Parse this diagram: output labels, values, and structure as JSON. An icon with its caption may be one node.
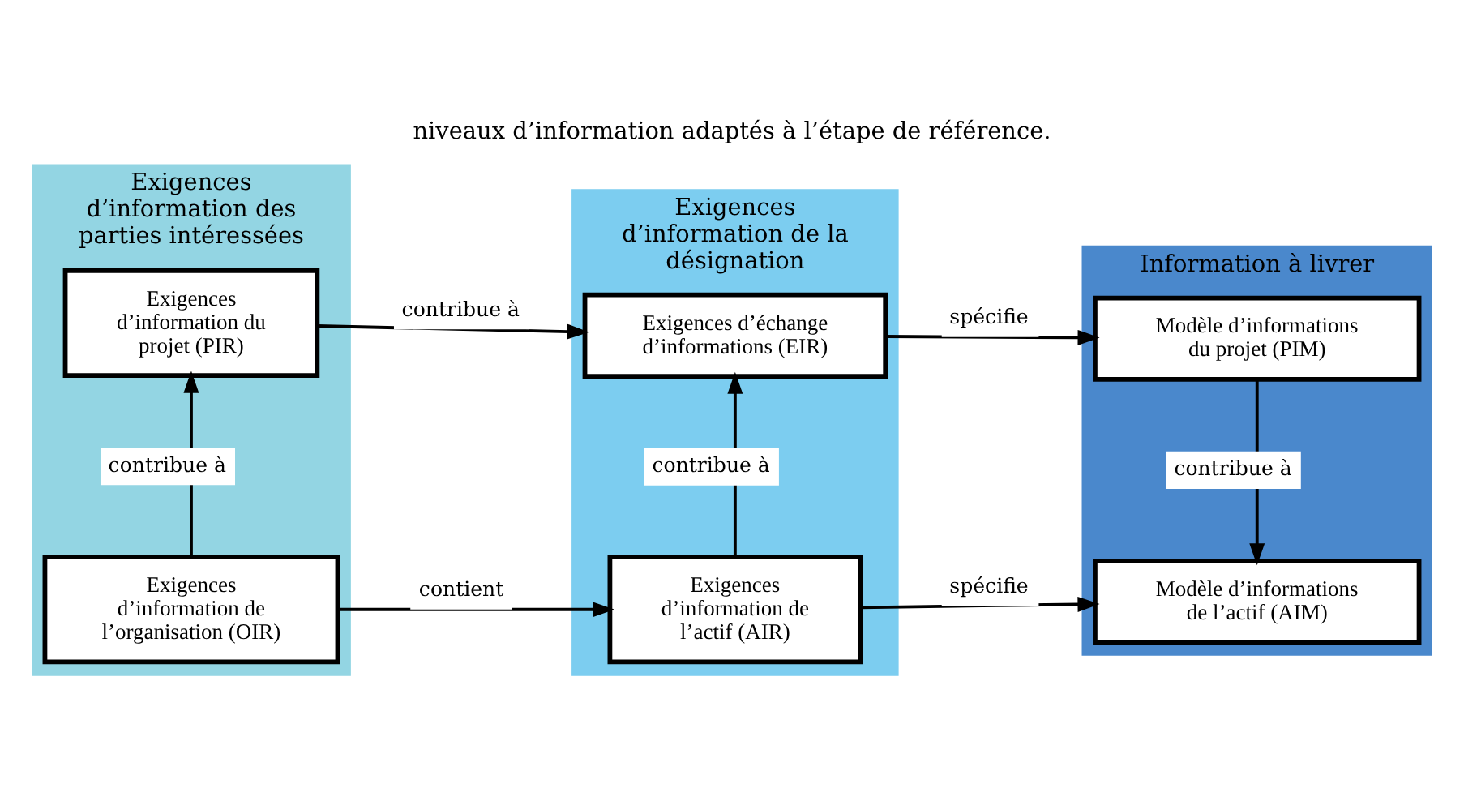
{
  "diagram": {
    "caption": "niveaux d’information adaptés à l’étape de référence.",
    "nodes": [
      {
        "text": [
          "Exigences d’information des parties intéressées"
        ]
      },
      {
        "text": [
          "Exigences d’information de l’organisation (OIR)"
        ],
        "in": 0
      },
      {
        "text": [
          "Exigences d’information du projet (PIR)"
        ],
        "in": 0
      },
      {
        "text": [
          "Exigences d’information de la désignation"
        ]
      },
      {
        "text": [
          "Exigences d’information de l’actif (AIR)"
        ],
        "in": 3
      },
      {
        "text": [
          "Exigences d’échange d’informations (EIR)"
        ],
        "in": 3
      },
      {
        "text": [
          "Information à livrer"
        ]
      },
      {
        "text": [
          "Modèle d’informations de l’actif (AIM)"
        ],
        "in": 6
      },
      {
        "text": [
          "Modèle d’informations du projet (PIM)"
        ],
        "in": 6
      }
    ],
    "edges": [
      {
        "from": 1,
        "to": 4,
        "arrow": "to",
        "label": "contient"
      },
      {
        "from": 4,
        "to": 7,
        "arrow": "to",
        "label": "spécifie"
      },
      {
        "from": 1,
        "to": 2,
        "arrow": "to",
        "label": "contribue à"
      },
      {
        "from": 4,
        "to": 5,
        "arrow": "to",
        "label": "contribue à"
      },
      {
        "from": 2,
        "to": 5,
        "arrow": "to",
        "label": "contribue à"
      },
      {
        "from": 5,
        "to": 8,
        "arrow": "to",
        "label": "spécifie"
      },
      {
        "from": 8,
        "to": 7,
        "arrow": "to",
        "label": "contribue à"
      }
    ]
  }
}
